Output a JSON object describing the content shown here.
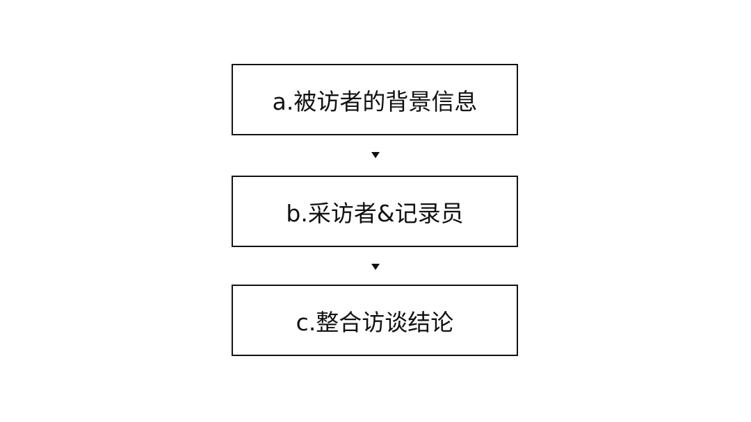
{
  "steps": [
    {
      "label": "a.被访者的背景信息"
    },
    {
      "label": "b.采访者&记录员"
    },
    {
      "label": "c.整合访谈结论"
    }
  ]
}
